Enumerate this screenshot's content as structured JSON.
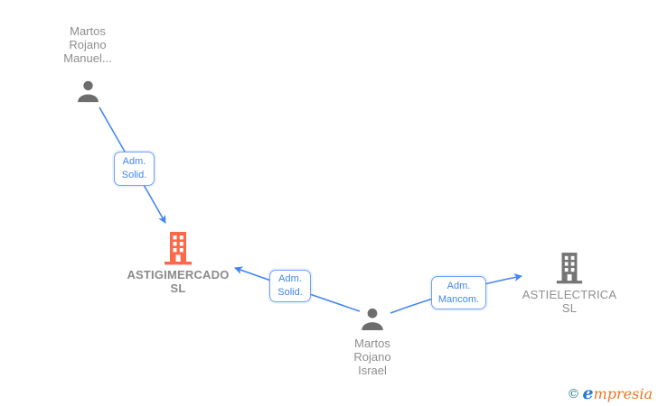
{
  "diagram": {
    "kind": "corporate-relationship-graph",
    "background": "#ffffff",
    "colors": {
      "edge_blue": "#4285f4",
      "label_border_blue": "#6f9ff5",
      "node_text_gray": "#8e8e8e",
      "person_icon_gray": "#6d6d6d",
      "company_icon_gray": "#757575",
      "highlight_company_orange": "#f9694a",
      "logo_teal": "#2a7f8f",
      "logo_blue": "#1e7ad9",
      "logo_orange": "#e87722"
    },
    "nodes": {
      "manuel": {
        "type": "person",
        "line1": "Martos",
        "line2": "Rojano",
        "line3": "Manuel..."
      },
      "astigimercado": {
        "type": "company",
        "highlighted": true,
        "line1": "ASTIGIMERCADO",
        "line2": "SL"
      },
      "israel": {
        "type": "person",
        "line1": "Martos",
        "line2": "Rojano",
        "line3": "Israel"
      },
      "astielectrica": {
        "type": "company",
        "highlighted": false,
        "line1": "ASTIELECTRICA",
        "line2": "SL"
      }
    },
    "edges": {
      "manuel_astigimercado": {
        "line1": "Adm.",
        "line2": "Solid."
      },
      "israel_astigimercado": {
        "line1": "Adm.",
        "line2": "Solid."
      },
      "israel_astielectrica": {
        "line1": "Adm.",
        "line2": "Mancom."
      }
    },
    "watermark": {
      "copyright": "©",
      "brand_first": "e",
      "brand_rest": "mpresia"
    }
  }
}
